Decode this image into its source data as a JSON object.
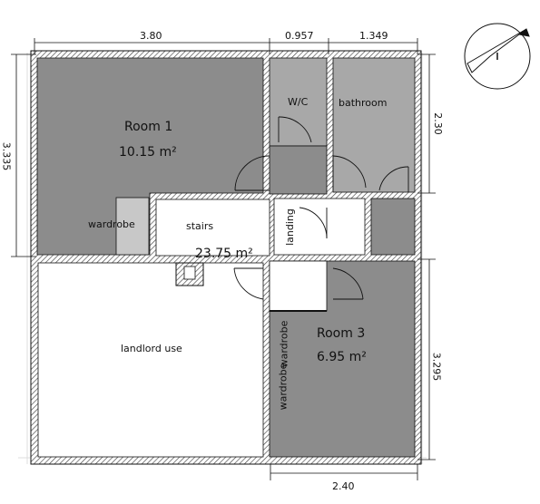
{
  "dimensions": {
    "top_left": "3.80",
    "top_mid": "0.957",
    "top_right": "1.349",
    "left": "3.335",
    "right_top": "2.30",
    "right_bottom": "3.295",
    "bottom": "2.40"
  },
  "rooms": {
    "room1_name": "Room 1",
    "room1_area": "10.15 m²",
    "wc": "W/C",
    "bathroom": "bathroom",
    "wardrobe1": "wardrobe",
    "stairs": "stairs",
    "landing": "landing",
    "hall_area": "23.75 m²",
    "landlord": "landlord use",
    "room3_name": "Room 3",
    "room3_area": "6.95 m²",
    "wardrobe2": "wardrobe",
    "wardrobe3": "wardrobe"
  },
  "colors": {
    "dark_room": "#8c8c8c",
    "mid_room": "#a8a8a8",
    "wardrobe_fill": "#c8c8c8",
    "wall_hatch": "#222222"
  },
  "compass": {
    "icon": "north-arrow-icon"
  }
}
